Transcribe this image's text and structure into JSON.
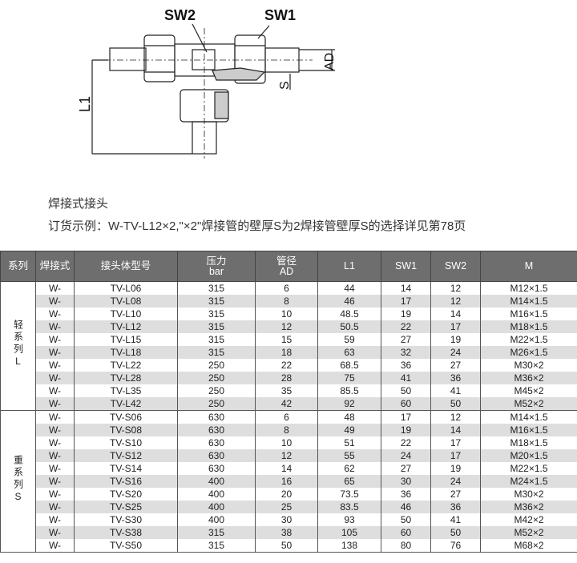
{
  "drawing": {
    "sw2": "SW2",
    "sw1": "SW1",
    "ad": "AD",
    "s": "S",
    "l1": "L1"
  },
  "caption": {
    "title": "焊接式接头",
    "order_example": "订货示例：W-TV-L12×2,\"×2\"焊接管的壁厚S为2焊接管壁厚S的选择详见第78页"
  },
  "table": {
    "headers": [
      "系列",
      "焊接式",
      "接头体型号",
      "压力\nbar",
      "管径\nAD",
      "L1",
      "SW1",
      "SW2",
      "M"
    ],
    "groups": [
      {
        "series": "轻系列L",
        "rows": [
          [
            "W-",
            "TV-L06",
            "315",
            "6",
            "44",
            "14",
            "12",
            "M12×1.5"
          ],
          [
            "W-",
            "TV-L08",
            "315",
            "8",
            "46",
            "17",
            "12",
            "M14×1.5"
          ],
          [
            "W-",
            "TV-L10",
            "315",
            "10",
            "48.5",
            "19",
            "14",
            "M16×1.5"
          ],
          [
            "W-",
            "TV-L12",
            "315",
            "12",
            "50.5",
            "22",
            "17",
            "M18×1.5"
          ],
          [
            "W-",
            "TV-L15",
            "315",
            "15",
            "59",
            "27",
            "19",
            "M22×1.5"
          ],
          [
            "W-",
            "TV-L18",
            "315",
            "18",
            "63",
            "32",
            "24",
            "M26×1.5"
          ],
          [
            "W-",
            "TV-L22",
            "250",
            "22",
            "68.5",
            "36",
            "27",
            "M30×2"
          ],
          [
            "W-",
            "TV-L28",
            "250",
            "28",
            "75",
            "41",
            "36",
            "M36×2"
          ],
          [
            "W-",
            "TV-L35",
            "250",
            "35",
            "85.5",
            "50",
            "41",
            "M45×2"
          ],
          [
            "W-",
            "TV-L42",
            "250",
            "42",
            "92",
            "60",
            "50",
            "M52×2"
          ]
        ]
      },
      {
        "series": "重系列S",
        "rows": [
          [
            "W-",
            "TV-S06",
            "630",
            "6",
            "48",
            "17",
            "12",
            "M14×1.5"
          ],
          [
            "W-",
            "TV-S08",
            "630",
            "8",
            "49",
            "19",
            "14",
            "M16×1.5"
          ],
          [
            "W-",
            "TV-S10",
            "630",
            "10",
            "51",
            "22",
            "17",
            "M18×1.5"
          ],
          [
            "W-",
            "TV-S12",
            "630",
            "12",
            "55",
            "24",
            "17",
            "M20×1.5"
          ],
          [
            "W-",
            "TV-S14",
            "630",
            "14",
            "62",
            "27",
            "19",
            "M22×1.5"
          ],
          [
            "W-",
            "TV-S16",
            "400",
            "16",
            "65",
            "30",
            "24",
            "M24×1.5"
          ],
          [
            "W-",
            "TV-S20",
            "400",
            "20",
            "73.5",
            "36",
            "27",
            "M30×2"
          ],
          [
            "W-",
            "TV-S25",
            "400",
            "25",
            "83.5",
            "46",
            "36",
            "M36×2"
          ],
          [
            "W-",
            "TV-S30",
            "400",
            "30",
            "93",
            "50",
            "41",
            "M42×2"
          ],
          [
            "W-",
            "TV-S38",
            "315",
            "38",
            "105",
            "60",
            "50",
            "M52×2"
          ],
          [
            "W-",
            "TV-S50",
            "315",
            "50",
            "138",
            "80",
            "76",
            "M68×2"
          ]
        ]
      }
    ]
  }
}
